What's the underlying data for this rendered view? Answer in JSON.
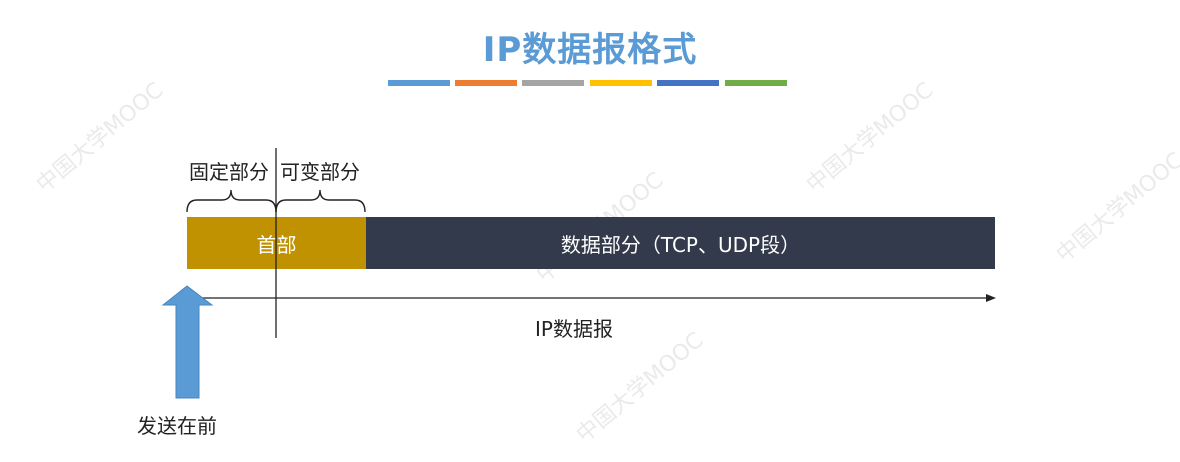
{
  "title": "IP数据报格式",
  "accent_bars": [
    "#5B9BD5",
    "#ED7D31",
    "#A5A5A5",
    "#FFC000",
    "#4472C4",
    "#70AD47"
  ],
  "labels": {
    "fixed_part": "固定部分",
    "variable_part": "可变部分",
    "header": "首部",
    "data_part": "数据部分（TCP、UDP段）",
    "ip_datagram": "IP数据报",
    "sent_first": "发送在前"
  },
  "colors": {
    "header_fill": "#C09100",
    "data_fill": "#323A4B",
    "arrow_fill": "#5B9BD5"
  }
}
